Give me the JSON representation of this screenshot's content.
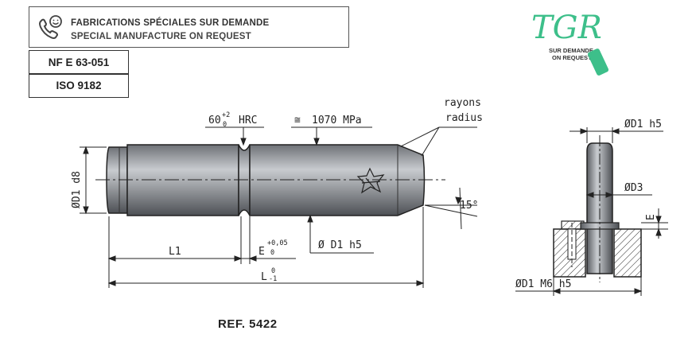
{
  "header": {
    "line1": "FABRICATIONS SPÉCIALES SUR DEMANDE",
    "line2": "SPECIAL MANUFACTURE ON REQUEST"
  },
  "logo": {
    "brand": "TGR",
    "tag1": "SUR DEMANDE",
    "tag2": "ON REQUEST",
    "brand_color": "#3dbf8a"
  },
  "standards": [
    "NF E 63-051",
    "ISO 9182"
  ],
  "reference": "REF. 5422",
  "annotations": {
    "hardness_base": "60",
    "hardness_sup": "+2",
    "hardness_sub": "0",
    "hardness_unit": "HRC",
    "strength_symbol": "≅",
    "strength": "1070 MPa",
    "rayons": "rayons",
    "radius": "radius",
    "angle": "15°",
    "dia_d1_d8": "ØD1 d8",
    "dia_d1_h5": "Ø D1 h5",
    "dim_l1": "L1",
    "dim_e": "E",
    "dim_e_sup": "+0,05",
    "dim_e_sub": "0",
    "dim_l": "L",
    "dim_l_sup": "0",
    "dim_l_sub": "-1",
    "side_d1_h5": "ØD1 h5",
    "side_d3": "ØD3",
    "side_e": "E",
    "side_d1_m6": "ØD1 M6 h5"
  },
  "colors": {
    "steel_dark": "#5a5d62",
    "steel_light": "#c9ccd0",
    "line": "#222222"
  }
}
